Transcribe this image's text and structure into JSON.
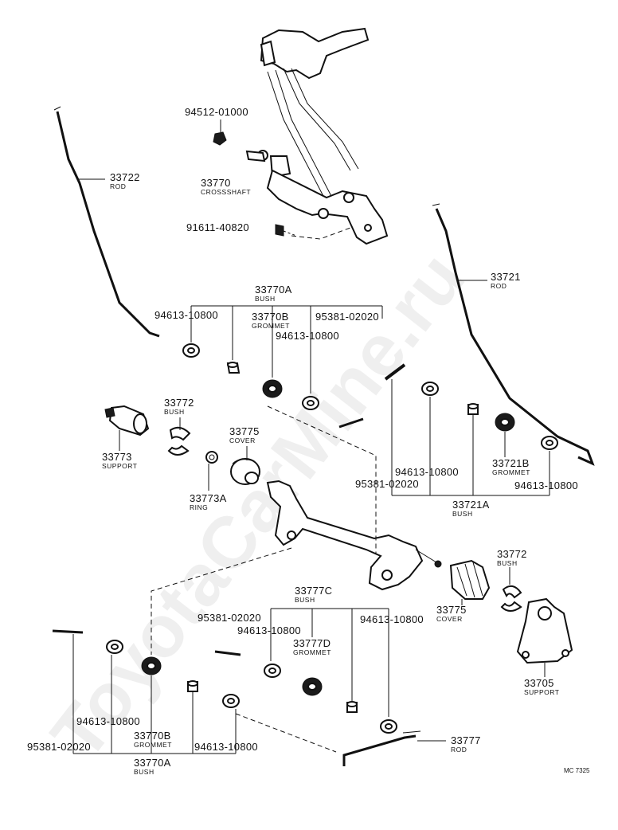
{
  "watermark": "ToyotaCarMine.ru",
  "drawing_code": "MC 7325",
  "labels": {
    "p94512": "94512-01000",
    "p33722": "33722",
    "p33722_sub": "ROD",
    "p33770": "33770",
    "p33770_sub": "CROSSSHAFT",
    "p91611": "91611-40820",
    "p33721": "33721",
    "p33721_sub": "ROD",
    "p33770A_top": "33770A",
    "p33770A_top_sub": "BUSH",
    "p94613_a": "94613-10800",
    "p33770B_top": "33770B",
    "p33770B_top_sub": "GROMMET",
    "p95381_a": "95381-02020",
    "p94613_b": "94613-10800",
    "p33772_left": "33772",
    "p33772_left_sub": "BUSH",
    "p33775_top": "33775",
    "p33775_top_sub": "COVER",
    "p33773": "33773",
    "p33773_sub": "SUPPORT",
    "p33773A": "33773A",
    "p33773A_sub": "RING",
    "p94613_c": "94613-10800",
    "p33721B": "33721B",
    "p33721B_sub": "GROMMET",
    "p95381_b": "95381-02020",
    "p94613_d": "94613-10800",
    "p33721A": "33721A",
    "p33721A_sub": "BUSH",
    "p33772_right": "33772",
    "p33772_right_sub": "BUSH",
    "p33777C": "33777C",
    "p33777C_sub": "BUSH",
    "p95381_c": "95381-02020",
    "p94613_e": "94613-10800",
    "p94613_f": "94613-10800",
    "p33777D": "33777D",
    "p33777D_sub": "GROMMET",
    "p33775_bot": "33775",
    "p33775_bot_sub": "COVER",
    "p33705": "33705",
    "p33705_sub": "SUPPORT",
    "p94613_g": "94613-10800",
    "p33770B_bot": "33770B",
    "p33770B_bot_sub": "GROMMET",
    "p95381_d": "95381-02020",
    "p94613_h": "94613-10800",
    "p33770A_bot": "33770A",
    "p33770A_bot_sub": "BUSH",
    "p33777": "33777",
    "p33777_sub": "ROD"
  }
}
